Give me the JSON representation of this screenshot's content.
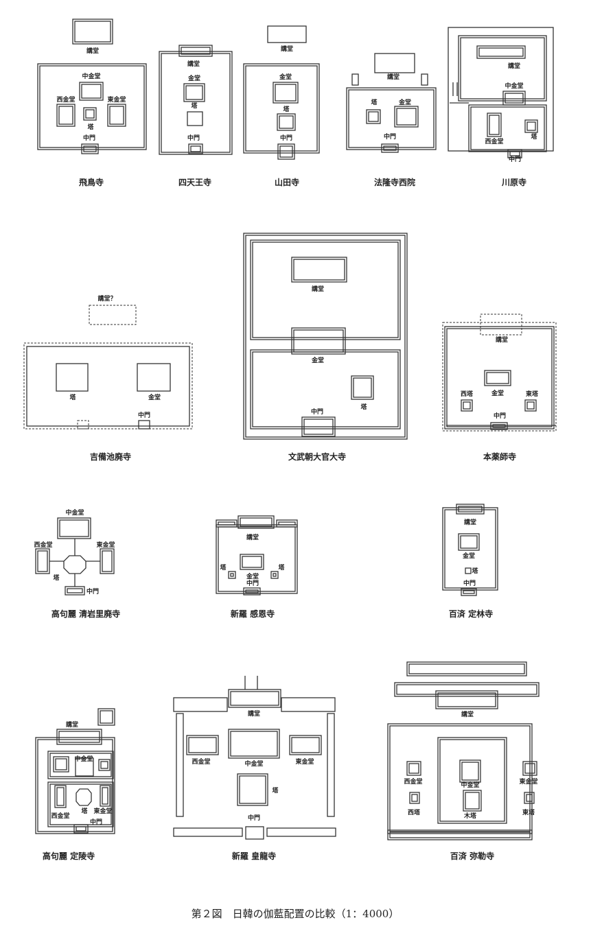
{
  "temples": [
    {
      "name": "飛鳥寺",
      "labels": [
        "講堂",
        "中金堂",
        "西金堂",
        "東金堂",
        "塔",
        "中門"
      ]
    },
    {
      "name": "四天王寺",
      "labels": [
        "講堂",
        "金堂",
        "塔",
        "中門"
      ]
    },
    {
      "name": "山田寺",
      "labels": [
        "講堂",
        "金堂",
        "塔",
        "中門"
      ]
    },
    {
      "name": "法隆寺西院",
      "labels": [
        "講堂",
        "塔",
        "金堂",
        "中門"
      ]
    },
    {
      "name": "川原寺",
      "labels": [
        "講堂",
        "中金堂",
        "西金堂",
        "塔",
        "中門"
      ]
    },
    {
      "name": "吉備池廃寺",
      "labels": [
        "講堂？",
        "塔",
        "金堂",
        "中門"
      ]
    },
    {
      "name": "文武朝大官大寺",
      "labels": [
        "講堂",
        "金堂",
        "塔",
        "中門"
      ]
    },
    {
      "name": "本薬師寺",
      "labels": [
        "講堂",
        "金堂",
        "西塔",
        "東塔",
        "中門"
      ]
    },
    {
      "name": "高句麗 清岩里廃寺",
      "labels": [
        "中金堂",
        "西金堂",
        "東金堂",
        "塔",
        "中門"
      ]
    },
    {
      "name": "新羅 感恩寺",
      "labels": [
        "講堂",
        "塔",
        "金堂",
        "塔",
        "中門"
      ]
    },
    {
      "name": "百済 定林寺",
      "labels": [
        "講堂",
        "金堂",
        "塔",
        "中門"
      ]
    },
    {
      "name": "高句麗 定陵寺",
      "labels": [
        "講堂",
        "中金堂",
        "西金堂",
        "塔",
        "東金堂",
        "中門"
      ]
    },
    {
      "name": "新羅 皇龍寺",
      "labels": [
        "講堂",
        "西金堂",
        "中金堂",
        "東金堂",
        "塔",
        "中門"
      ]
    },
    {
      "name": "百済 弥勒寺",
      "labels": [
        "講堂",
        "西金堂",
        "中金堂",
        "東金堂",
        "西塔",
        "木塔",
        "東塔"
      ]
    }
  ],
  "caption": "第２図　日韓の伽藍配置の比較（1：4000）"
}
